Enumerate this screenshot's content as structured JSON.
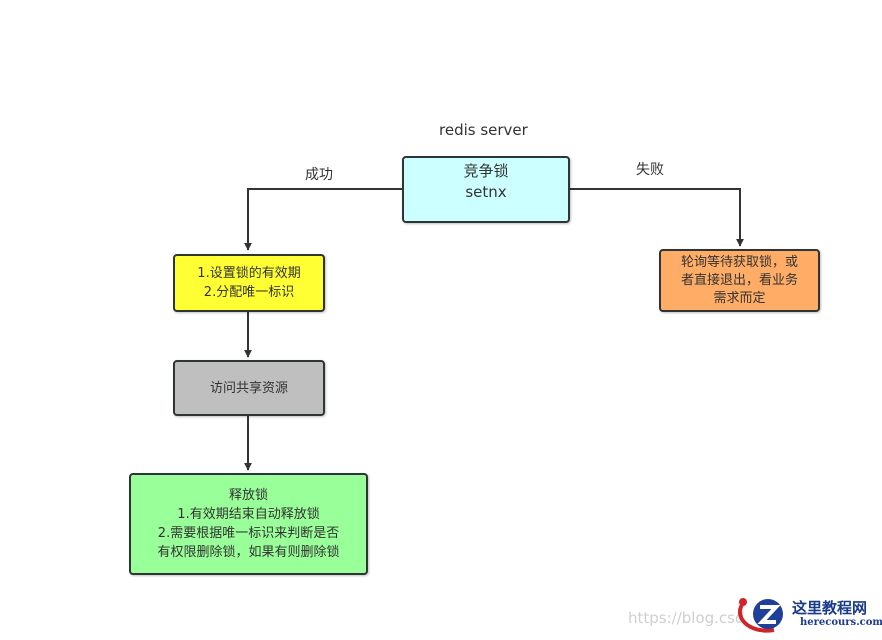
{
  "title": "redis  server",
  "nodes": {
    "compete": {
      "lines": [
        "竞争锁",
        "setnx"
      ],
      "color": "#ccffff"
    },
    "setup": {
      "lines": [
        "1.设置锁的有效期",
        "2.分配唯一标识"
      ],
      "color": "#ffff33"
    },
    "access": {
      "lines": [
        "访问共享资源"
      ],
      "color": "#bfbfbf"
    },
    "release": {
      "lines": [
        "释放锁",
        "1.有效期结束自动释放锁",
        "2.需要根据唯一标识来判断是否",
        "有权限删除锁，如果有则删除锁"
      ],
      "color": "#99ff99"
    },
    "fail": {
      "lines": [
        "轮询等待获取锁，或",
        "者直接退出，看业务",
        "需求而定"
      ],
      "color": "#ffad66"
    }
  },
  "edges": {
    "success_label": "成功",
    "fail_label": "失败"
  },
  "watermark": {
    "url_text": "https://blog.csd",
    "logo_cn": "这里教程网",
    "logo_en": "herecours.com"
  }
}
